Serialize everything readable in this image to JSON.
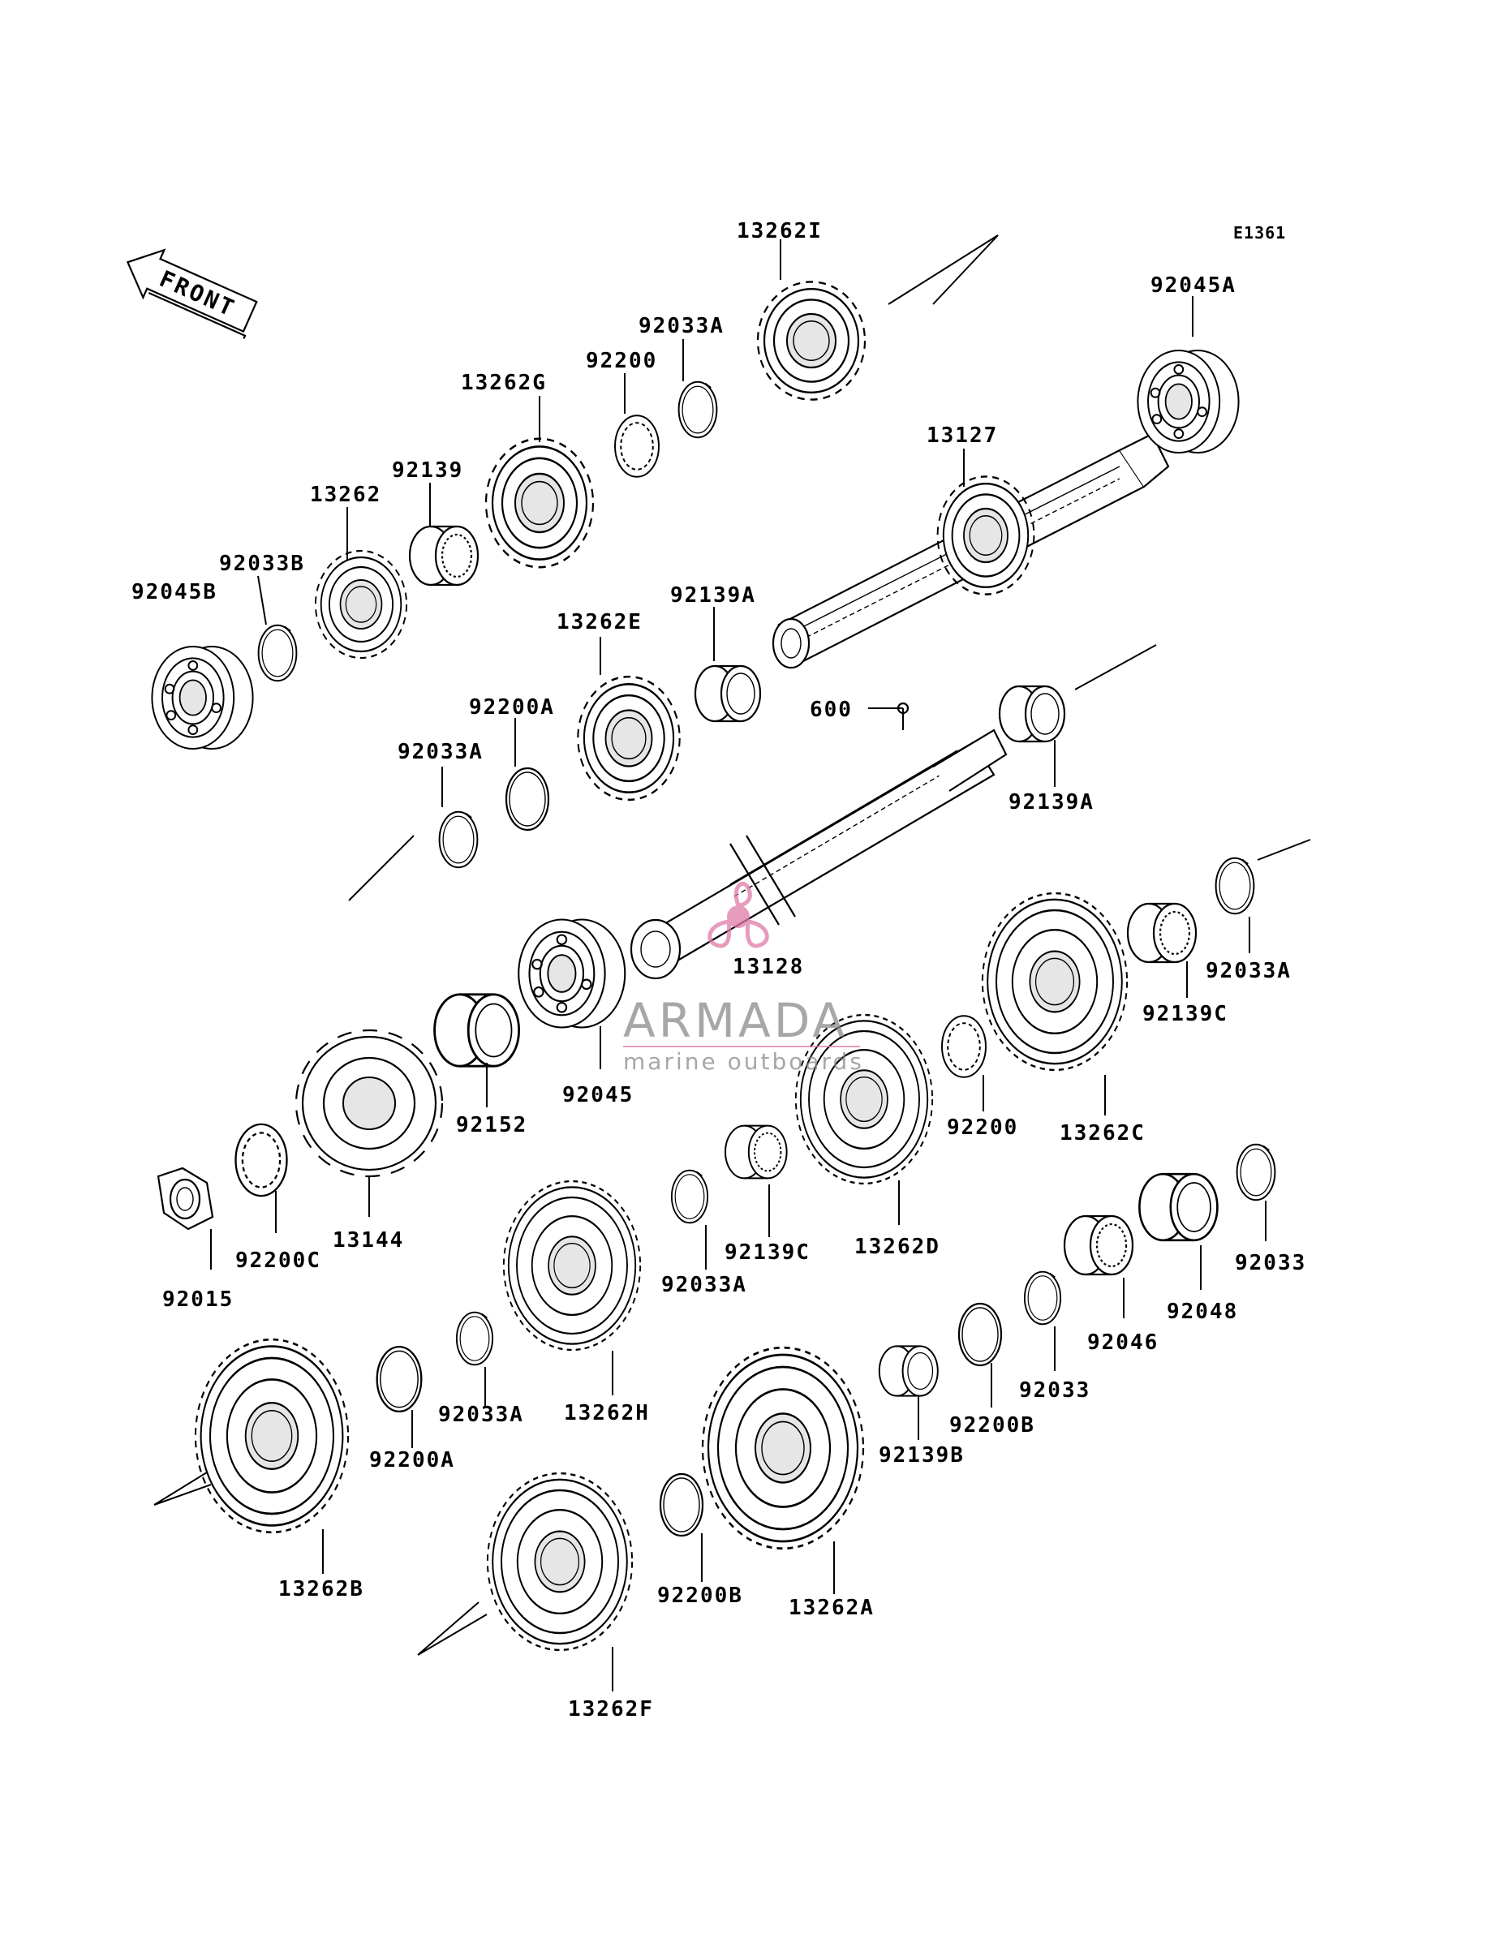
{
  "diagram_ref": "E1361",
  "front_arrow_label": "FRONT",
  "watermark": {
    "brand": "ARMADA",
    "tagline": "marine outboards",
    "color": "#e07aa8"
  },
  "callouts": {
    "p13262I": "13262I",
    "p92045A": "92045A",
    "p92033A_top": "92033A",
    "p92200_top": "92200",
    "p13262G": "13262G",
    "p13127": "13127",
    "p92139": "92139",
    "p13262": "13262",
    "p92033B": "92033B",
    "p92045B": "92045B",
    "p13262E": "13262E",
    "p92139A_upper": "92139A",
    "p92200A_upper": "92200A",
    "p600": "600",
    "p92033A_upper": "92033A",
    "p92139A_lower": "92139A",
    "p13128": "13128",
    "p92033A_right": "92033A",
    "p92139C_right": "92139C",
    "p92045": "92045",
    "p92152": "92152",
    "p92200_mid": "92200",
    "p13262C": "13262C",
    "p13144": "13144",
    "p92200C": "92200C",
    "p92015": "92015",
    "p92139C_mid": "92139C",
    "p13262D": "13262D",
    "p92033A_mid": "92033A",
    "p92033_right": "92033",
    "p92048": "92048",
    "p92046": "92046",
    "p92033_mid": "92033",
    "p13262H": "13262H",
    "p92033A_lower": "92033A",
    "p92200A_lower": "92200A",
    "p92200B_right": "92200B",
    "p92139B": "92139B",
    "p13262B": "13262B",
    "p92200B_lower": "92200B",
    "p13262A": "13262A",
    "p13262F": "13262F"
  }
}
